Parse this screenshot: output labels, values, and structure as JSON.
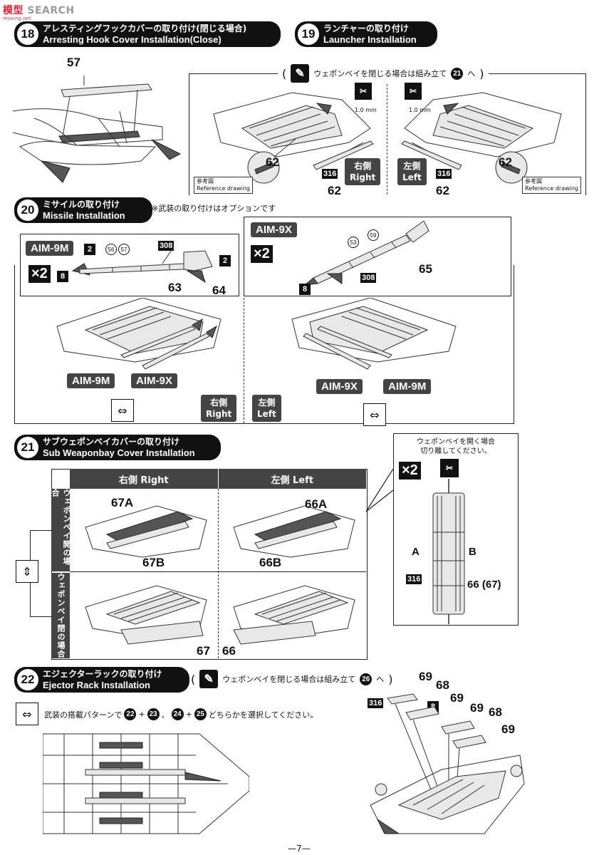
{
  "watermark": {
    "brand_a": "模型",
    "brand_b": "SEARCH",
    "sub": "moxing.net"
  },
  "s18": {
    "num": "18",
    "jp": "アレスティングフックカバーの取り付け(閉じる場合)",
    "en": "Arresting Hook Cover Installation(Close)",
    "part": "57"
  },
  "s19": {
    "num": "19",
    "jp": "ランチャーの取り付け",
    "en": "Launcher Installation",
    "note_pre": "ウェポンベイを閉じる場合は組み立て",
    "note_ref": "21",
    "note_post": "へ",
    "paren_open": "(",
    "paren_close": ")",
    "cut": "1.0 mm",
    "part_62": "62",
    "part_316": "316",
    "right_jp": "右側",
    "right_en": "Right",
    "left_jp": "左側",
    "left_en": "Left",
    "ref_jp": "参考図",
    "ref_en": "Reference drawing"
  },
  "s20": {
    "num": "20",
    "jp": "ミサイルの取り付け",
    "en": "Missile Installation",
    "option_note": "※武装の取り付けはオプションです",
    "aim9m": "AIM-9M",
    "aim9x": "AIM-9X",
    "x2": "×2",
    "p2": "2",
    "p8": "8",
    "p56": "56",
    "p57": "57",
    "p308": "308",
    "p63": "63",
    "p64": "64",
    "p53": "53",
    "p59": "59",
    "p65": "65",
    "right_jp": "右側",
    "right_en": "Right",
    "left_jp": "左側",
    "left_en": "Left"
  },
  "s21": {
    "num": "21",
    "jp": "サブウェポンベイカバーの取り付け",
    "en": "Sub Weaponbay Cover Installation",
    "col_right": "右側 Right",
    "col_left": "左側 Left",
    "row_open": "ウェポンベイ開の場合",
    "row_closed": "ウェポンベイ閉の場合",
    "p67a": "67A",
    "p67b": "67B",
    "p66a": "66A",
    "p66b": "66B",
    "p67": "67",
    "p66": "66",
    "side_note_1": "ウェポンベイを開く場合",
    "side_note_2": "切り離してください。",
    "x2": "×2",
    "a": "A",
    "b": "B",
    "p316": "316",
    "p66_67": "66 (67)"
  },
  "s22": {
    "num": "22",
    "jp": "エジェクターラックの取り付け",
    "en": "Ejector Rack Installation",
    "note_pre": "ウェポンベイを閉じる場合は組み立て",
    "note_ref": "26",
    "note_post": "へ",
    "paren_open": "(",
    "paren_close": ")",
    "select_pre": "武装の搭載パターンで",
    "r22": "22",
    "r23": "23",
    "r24": "24",
    "r25": "25",
    "plus": "+",
    "sep": "、",
    "select_post": "どちらかを選択してください。",
    "p69": "69",
    "p68": "68",
    "p316": "316",
    "p8": "8"
  },
  "page_number": "—7—"
}
